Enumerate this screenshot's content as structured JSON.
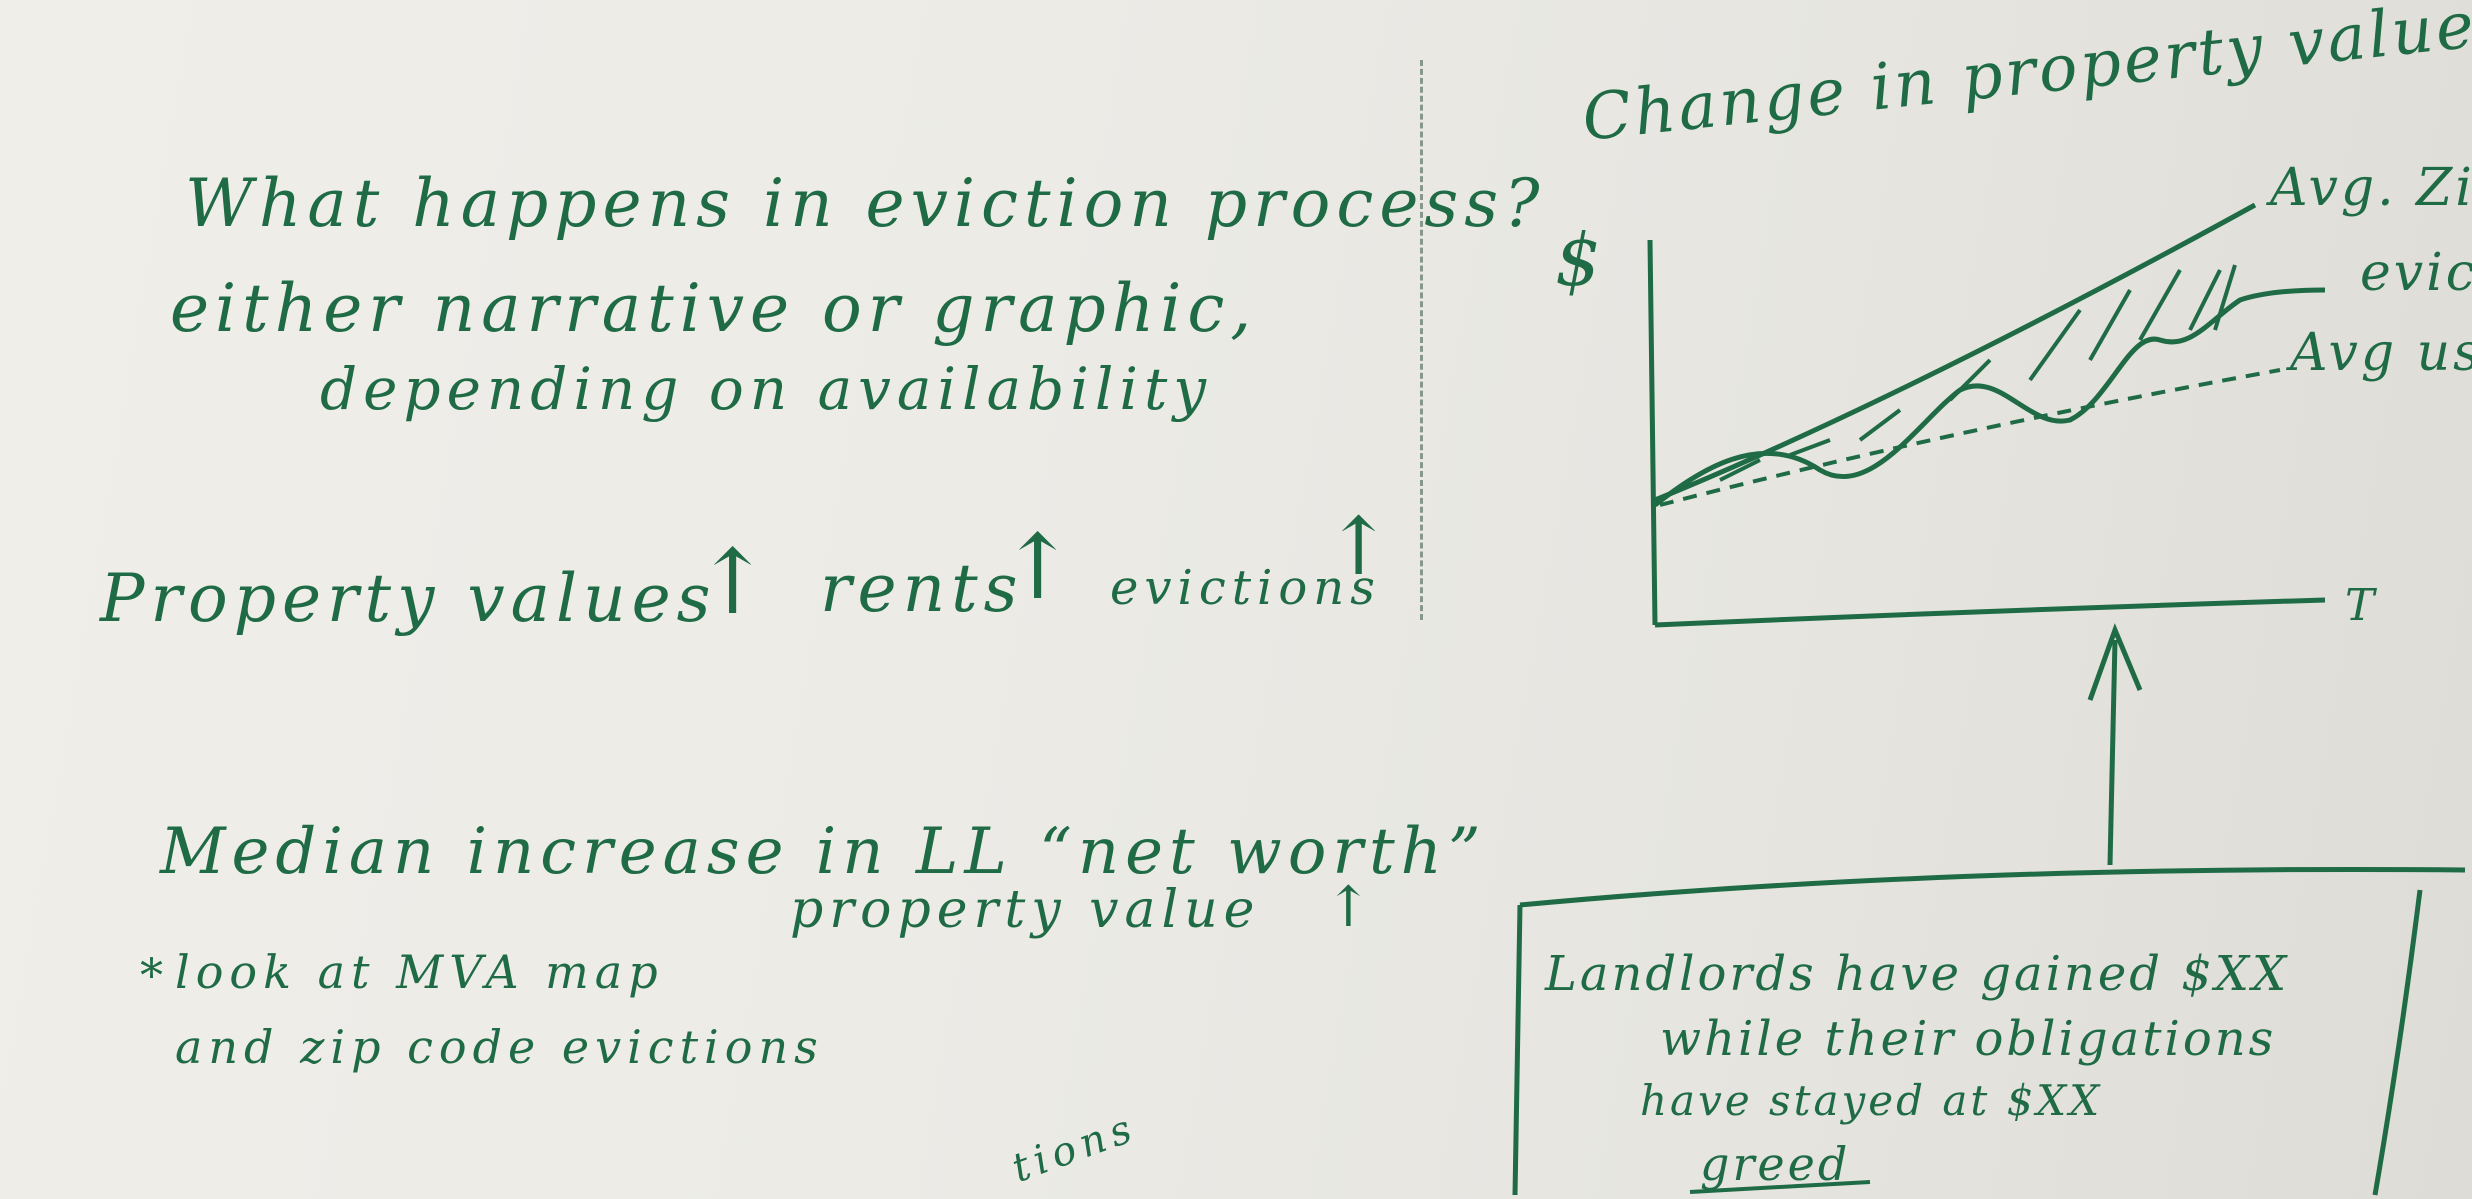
{
  "notes": {
    "q1": "What happens in eviction process?",
    "q2": "either narrative or graphic,",
    "q3": "depending on availability",
    "trend_a": "Property values",
    "trend_b": "rents",
    "trend_c": "evictions",
    "median": "Median increase in LL “net worth”",
    "prop_value": "property value",
    "look1": "look at MVA map",
    "look2": "and zip code evictions",
    "bottom_fragment": "tions"
  },
  "sketch": {
    "title": "Change in property values",
    "y_label": "$",
    "x_label": "T",
    "line_labels": [
      "Avg. Zi",
      "evic",
      "Avg us"
    ],
    "box_lines": [
      "Landlords have gained $XX",
      "while their obligations",
      "have stayed at $XX",
      "greed"
    ]
  },
  "colors": {
    "ink": "#1f6b45",
    "paper": "#edece7"
  }
}
